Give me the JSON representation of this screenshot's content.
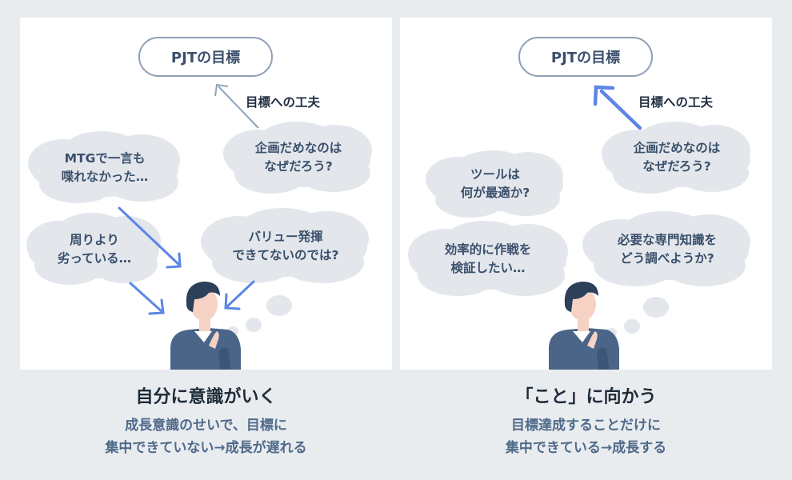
{
  "left": {
    "goal": "PJTの目標",
    "kufu": "目標への工夫",
    "thoughts": [
      "MTGで一言も\n喋れなかった…",
      "企画だめなのは\nなぜだろう?",
      "周りより\n劣っている…",
      "バリュー発揮\nできてないのでは?"
    ],
    "title": "自分に意識がいく",
    "desc": "成長意識のせいで、目標に\n集中できていない→成長が遅れる"
  },
  "right": {
    "goal": "PJTの目標",
    "kufu": "目標への工夫",
    "thoughts": [
      "ツールは\n何が最適か?",
      "企画だめなのは\nなぜだろう?",
      "効率的に作戦を\n検証したい…",
      "必要な専門知識を\nどう調べようか?"
    ],
    "title": "「こと」に向かう",
    "desc": "目標達成することだけに\n集中できている→成長する"
  },
  "colors": {
    "background": "#e9ecef",
    "panel": "#ffffff",
    "cloud": "#e3e7ec",
    "arrow": "#5b86e5",
    "thin_arrow": "#8fa3bc",
    "text": "#3a4f6b",
    "subtext": "#4f6a8a",
    "shirt": "#4a6588",
    "hair": "#2c4059",
    "skin": "#f6d2c4"
  }
}
